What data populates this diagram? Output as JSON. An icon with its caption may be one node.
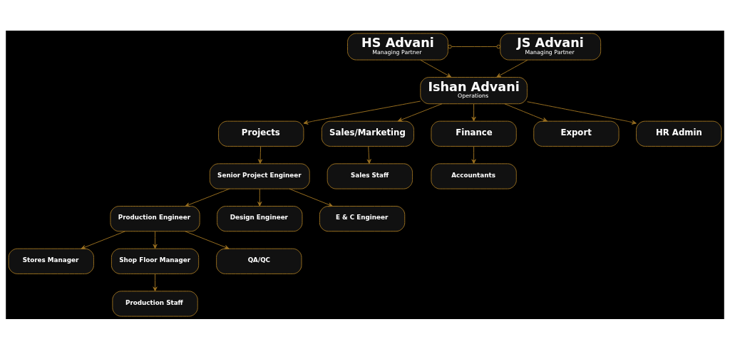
{
  "diagram": {
    "nodes": [
      {
        "text": [
          "HS Advani",
          "Managing Partner"
        ]
      },
      {
        "text": [
          "JS Advani",
          "Managing Partner"
        ]
      },
      {
        "text": [
          "Ishan Advani",
          "Operations"
        ]
      },
      {
        "text": [
          "Projects"
        ]
      },
      {
        "text": [
          "Sales/Marketing"
        ]
      },
      {
        "text": [
          "Finance"
        ]
      },
      {
        "text": [
          "Export"
        ]
      },
      {
        "text": [
          "HR Admin"
        ]
      },
      {
        "text": [
          "Senior Project Engineer"
        ]
      },
      {
        "text": [
          "Sales Staff"
        ]
      },
      {
        "text": [
          "Accountants"
        ]
      },
      {
        "text": [
          "Production Engineer"
        ]
      },
      {
        "text": [
          "Design Engineer"
        ]
      },
      {
        "text": [
          "E & C Engineer"
        ]
      },
      {
        "text": [
          "Stores Manager"
        ]
      },
      {
        "text": [
          "Shop Floor Manager"
        ]
      },
      {
        "text": [
          "QA/QC"
        ]
      },
      {
        "text": [
          "Production Staff"
        ]
      }
    ],
    "edges": [
      {
        "from": 0,
        "to": 1,
        "arrow": "other"
      },
      {
        "from": 0,
        "to": 2,
        "arrow": "to"
      },
      {
        "from": 1,
        "to": 2,
        "arrow": "to"
      },
      {
        "from": 2,
        "to": 3,
        "arrow": "to"
      },
      {
        "from": 2,
        "to": 4,
        "arrow": "to"
      },
      {
        "from": 2,
        "to": 5,
        "arrow": "to"
      },
      {
        "from": 2,
        "to": 6,
        "arrow": "to"
      },
      {
        "from": 2,
        "to": 7,
        "arrow": "to"
      },
      {
        "from": 3,
        "to": 8,
        "arrow": "to"
      },
      {
        "from": 4,
        "to": 9,
        "arrow": "to"
      },
      {
        "from": 5,
        "to": 10,
        "arrow": "to"
      },
      {
        "from": 8,
        "to": 11,
        "arrow": "to"
      },
      {
        "from": 8,
        "to": 12,
        "arrow": "to"
      },
      {
        "from": 8,
        "to": 13,
        "arrow": "to"
      },
      {
        "from": 11,
        "to": 14,
        "arrow": "to"
      },
      {
        "from": 11,
        "to": 15,
        "arrow": "to"
      },
      {
        "from": 11,
        "to": 16,
        "arrow": "to"
      },
      {
        "from": 15,
        "to": 17,
        "arrow": "to"
      }
    ]
  }
}
